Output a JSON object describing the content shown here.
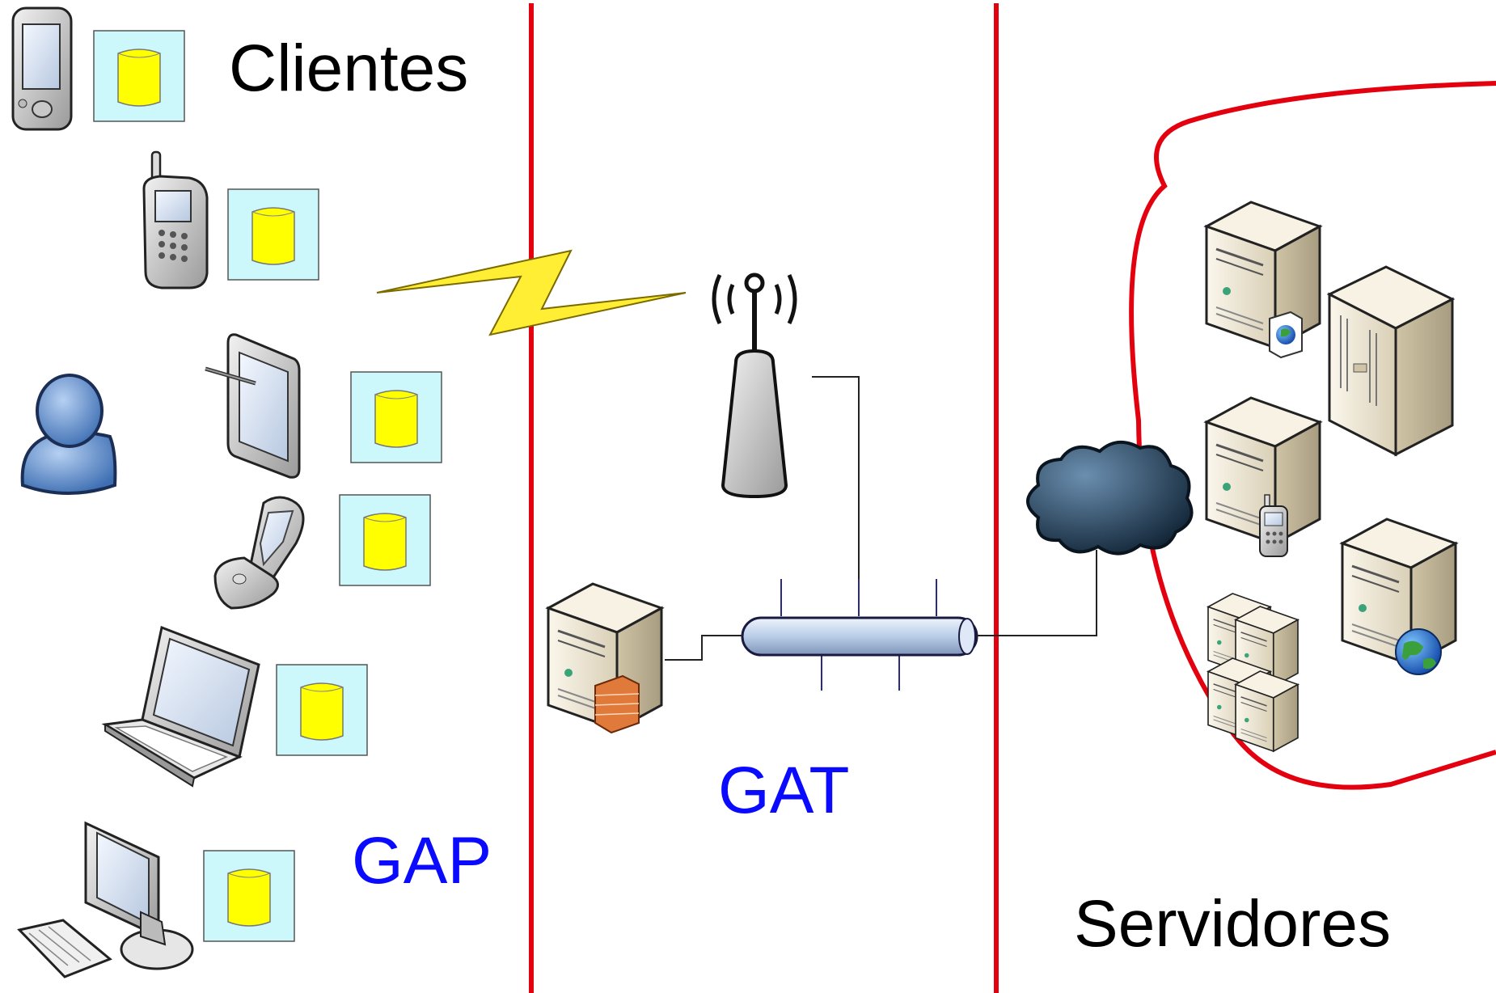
{
  "title_clients": "Clientes",
  "title_servers": "Servidores",
  "zone_gap": "GAP",
  "zone_gat": "GAT",
  "colors": {
    "divider": "#e3000f",
    "zone_label": "#0a0aff",
    "agent_box": "#ccf8fc",
    "agent_cylinder": "#ffff00",
    "lightning": "#ffee33",
    "bus": "#b9cde8",
    "cloud": "#1c3347",
    "server_body": "#e8e0cc",
    "person": "#5b8fd0"
  },
  "icons": {
    "clients": [
      "pda-icon",
      "mobile-phone-icon",
      "tablet-icon",
      "flip-phone-icon",
      "laptop-icon",
      "desktop-pc-icon"
    ],
    "user": "user-icon",
    "wireless": [
      "lightning-link-icon",
      "wireless-antenna-icon"
    ],
    "gateway": [
      "firewall-server-icon",
      "network-bus-icon"
    ],
    "network": "internet-cloud-icon",
    "servers": [
      "web-server-icon",
      "tower-server-icon",
      "mobile-server-icon",
      "server-cluster-icon",
      "globe-server-icon"
    ],
    "agent": "agent-database-icon"
  }
}
